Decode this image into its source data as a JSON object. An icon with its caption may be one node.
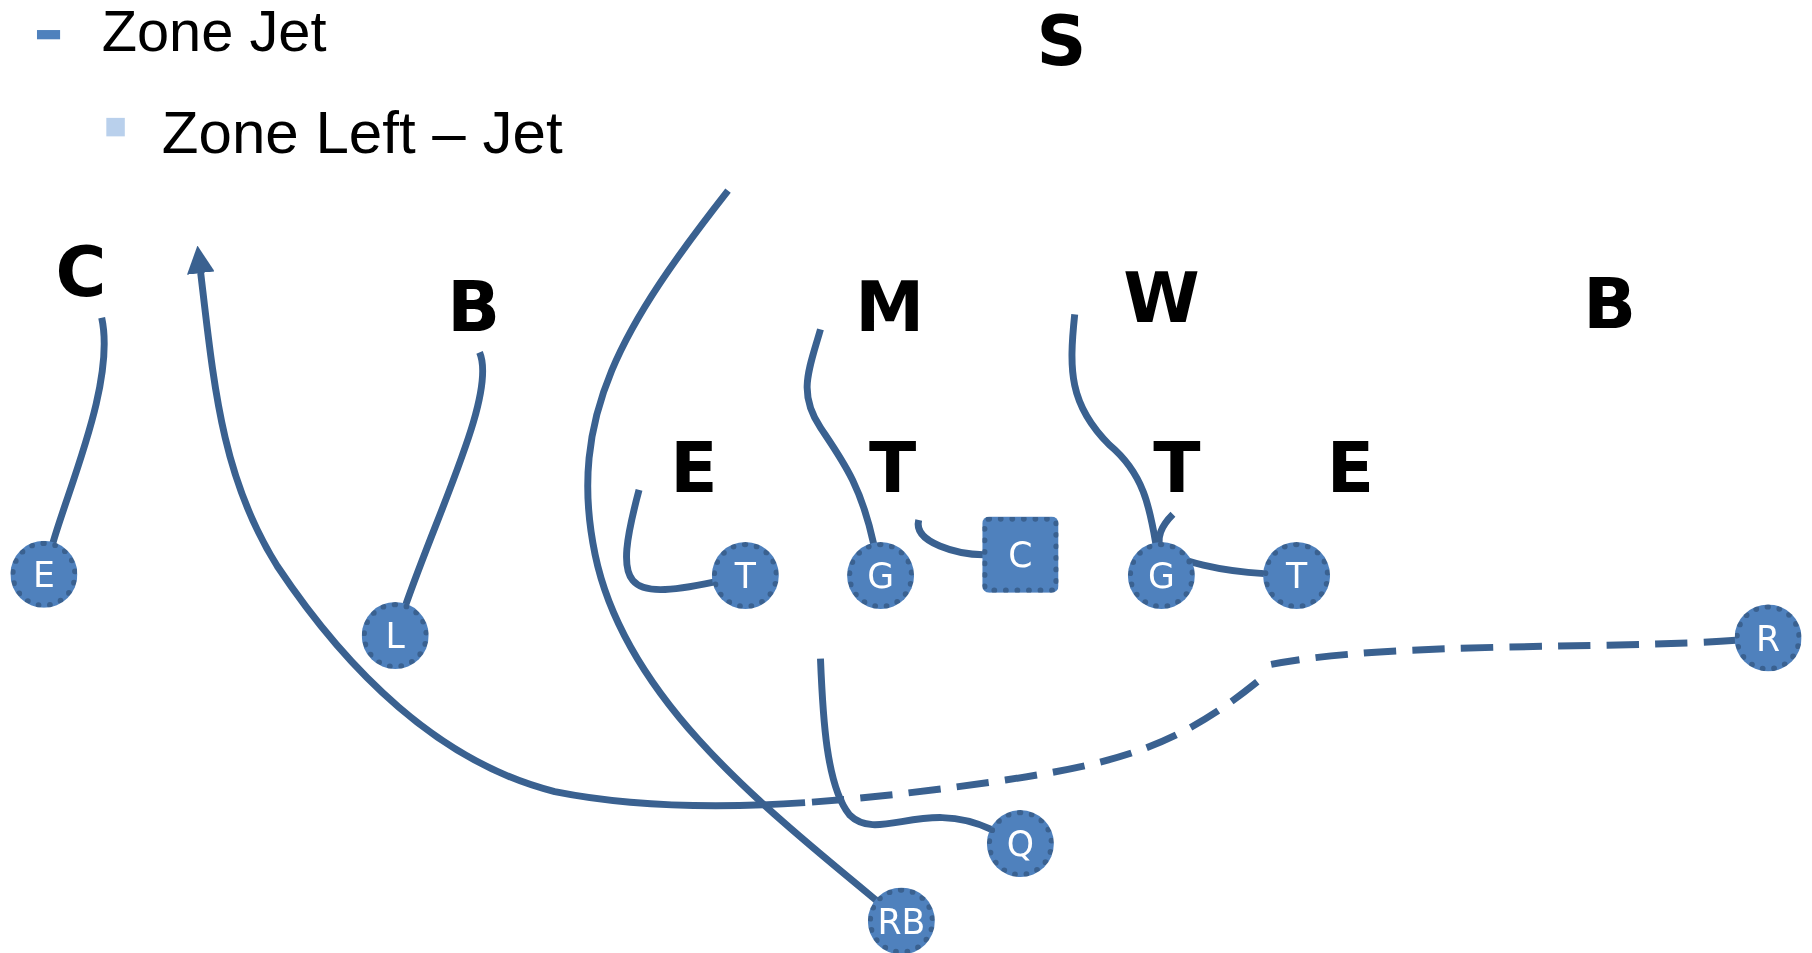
{
  "diagram": {
    "nodes": [
      {
        "text": [
          "E"
        ]
      },
      {
        "text": [
          "T"
        ]
      },
      {
        "text": [
          "G"
        ]
      },
      {
        "text": [
          "C"
        ]
      },
      {
        "text": [
          "G"
        ]
      },
      {
        "text": [
          "T"
        ]
      },
      {
        "text": [
          "L"
        ]
      },
      {
        "text": [
          "R"
        ]
      },
      {
        "text": [
          "Q"
        ]
      },
      {
        "text": [
          "RB"
        ]
      }
    ],
    "edges": [
      {
        "from": 0,
        "to": null,
        "arrow": "none"
      },
      {
        "from": 6,
        "to": null,
        "arrow": "none"
      },
      {
        "from": 1,
        "to": null,
        "arrow": "none"
      },
      {
        "from": 2,
        "to": null,
        "arrow": "none"
      },
      {
        "from": 3,
        "to": null,
        "arrow": "none"
      },
      {
        "from": 4,
        "to": null,
        "arrow": "none"
      },
      {
        "from": 5,
        "to": null,
        "arrow": "none"
      },
      {
        "from": 9,
        "to": null,
        "arrow": "none"
      },
      {
        "from": 8,
        "to": null,
        "arrow": "none"
      },
      {
        "from": 7,
        "to": null,
        "arrow": "to",
        "style": "dashed"
      }
    ],
    "labels": [
      "Zone Jet",
      "Zone Left – Jet",
      "S",
      "C",
      "B",
      "M",
      "W",
      "B",
      "E",
      "T",
      "T",
      "E"
    ]
  }
}
